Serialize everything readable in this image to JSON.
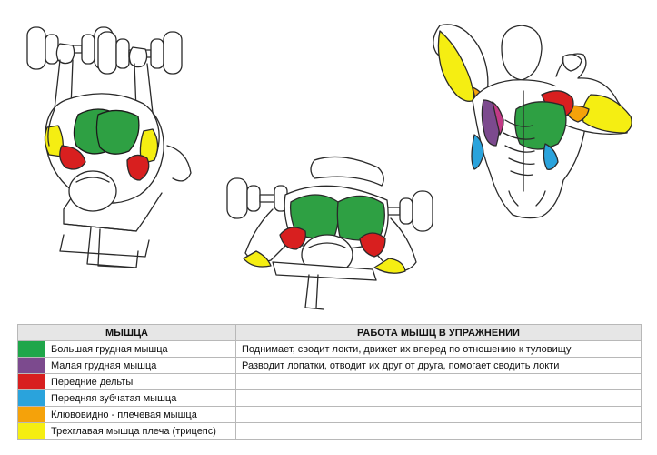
{
  "table": {
    "headers": [
      "МЫШЦА",
      "РАБОТА МЫШЦ В УПРАЖНЕНИИ"
    ],
    "rows": [
      {
        "color": "#1fa64a",
        "muscle": "Большая грудная мышца",
        "work": "Поднимает, сводит локти, движет их вперед по отношению к туловищу"
      },
      {
        "color": "#7c4a8e",
        "muscle": "Малая грудная мышца",
        "work": "Разводит лопатки, отводит их друг от друга, помогает сводить локти"
      },
      {
        "color": "#d81f1f",
        "muscle": "Передние дельты",
        "work": ""
      },
      {
        "color": "#2aa3dc",
        "muscle": "Передняя зубчатая мышца",
        "work": ""
      },
      {
        "color": "#f5a20a",
        "muscle": "Клювовидно - плечевая мышца",
        "work": ""
      },
      {
        "color": "#f5ee12",
        "muscle": "Трехглавая мышца плеча (трицепс)",
        "work": ""
      }
    ]
  },
  "figures": [
    {
      "icon": "lifter-on-incline-bench-illustration"
    },
    {
      "icon": "lifter-on-flat-bench-illustration"
    },
    {
      "icon": "torso-muscle-anatomy-illustration"
    }
  ]
}
